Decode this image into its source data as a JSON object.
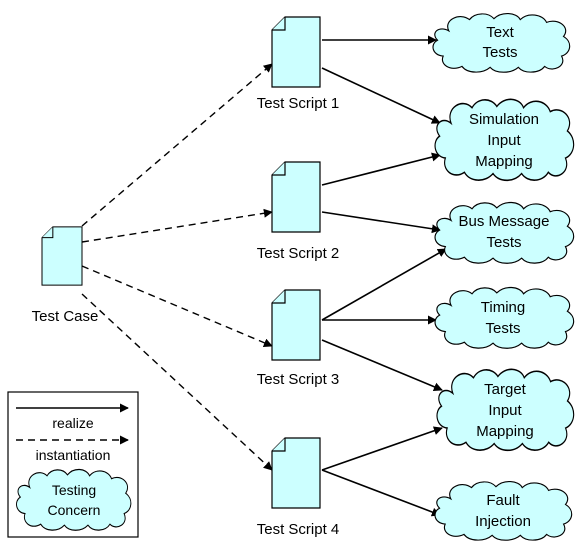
{
  "nodes": {
    "test_case": "Test Case",
    "scripts": [
      "Test Script 1",
      "Test Script 2",
      "Test Script 3",
      "Test Script 4"
    ],
    "concerns": [
      [
        "Text",
        "Tests"
      ],
      [
        "Simulation",
        "Input",
        "Mapping"
      ],
      [
        "Bus Message",
        "Tests"
      ],
      [
        "Timing",
        "Tests"
      ],
      [
        "Target",
        "Input",
        "Mapping"
      ],
      [
        "Fault",
        "Injection"
      ]
    ]
  },
  "edges": {
    "instantiation": [
      [
        "test_case",
        "script_1"
      ],
      [
        "test_case",
        "script_2"
      ],
      [
        "test_case",
        "script_3"
      ],
      [
        "test_case",
        "script_4"
      ]
    ],
    "realize": [
      [
        "script_1",
        "concern_1"
      ],
      [
        "script_1",
        "concern_2"
      ],
      [
        "script_2",
        "concern_2"
      ],
      [
        "script_2",
        "concern_3"
      ],
      [
        "script_3",
        "concern_3"
      ],
      [
        "script_3",
        "concern_4"
      ],
      [
        "script_3",
        "concern_5"
      ],
      [
        "script_4",
        "concern_5"
      ],
      [
        "script_4",
        "concern_6"
      ]
    ]
  },
  "legend": {
    "realize": "realize",
    "instantiation": "instantiation",
    "concern": [
      "Testing",
      "Concern"
    ]
  },
  "colors": {
    "shape_fill": "#ccffff",
    "stroke": "#000000"
  }
}
